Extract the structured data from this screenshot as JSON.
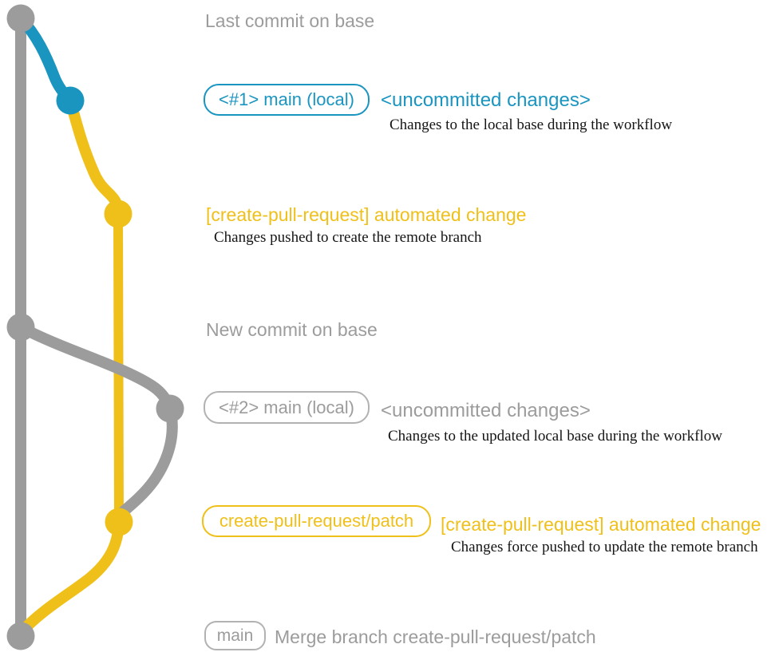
{
  "colors": {
    "gray": "#9c9c9c",
    "gray-border": "#b2b2b2",
    "blue": "#1a95c0",
    "yellow": "#f0c01a",
    "ink": "#151515"
  },
  "annotations": {
    "last_commit": "Last commit on base",
    "new_commit": "New commit on base",
    "merge_message": "Merge branch create-pull-request/patch"
  },
  "branch_labels": {
    "main_local_1": "<#1> main (local)",
    "main_local_2": "<#2> main (local)",
    "patch_branch": "create-pull-request/patch",
    "main": "main"
  },
  "events": {
    "uncommitted_1": {
      "title": "<uncommitted changes>",
      "note": "Changes to the local base during the workflow"
    },
    "automated_1": {
      "title": "[create-pull-request] automated change",
      "note": "Changes pushed to create the remote branch"
    },
    "uncommitted_2": {
      "title": "<uncommitted changes>",
      "note": "Changes to the updated local base during the workflow"
    },
    "automated_2": {
      "title": "[create-pull-request] automated change",
      "note": "Changes force pushed to update the remote branch"
    }
  }
}
